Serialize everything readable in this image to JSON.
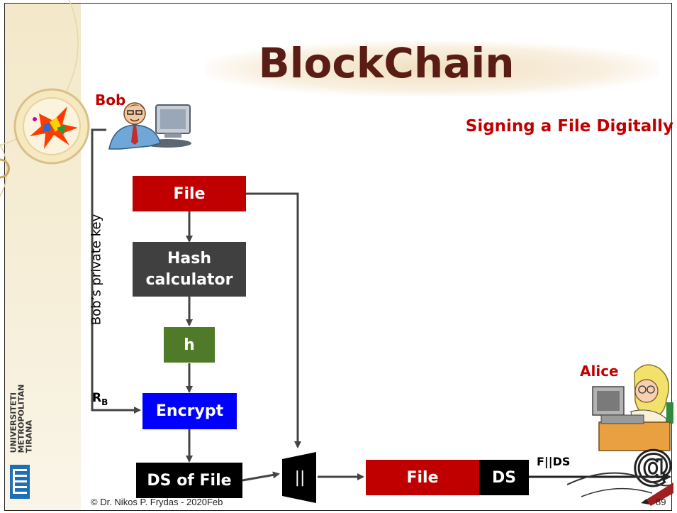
{
  "slide": {
    "title": "BlockChain",
    "subtitle": "Signing a File Digitally",
    "footer": "© Dr. Nikos P. Frydas - 2020Feb",
    "page_number": "89"
  },
  "university": {
    "line1": "UNIVERSITETI",
    "line2": "METROPOLITAN",
    "line3": "TIRANA"
  },
  "actors": {
    "sender": "Bob",
    "receiver": "Alice"
  },
  "diagram": {
    "key_label": "Bob’s private key",
    "key_symbol": "R",
    "key_subscript": "B",
    "nodes": {
      "file": "File",
      "hash_line1": "Hash",
      "hash_line2": "calculator",
      "h": "h",
      "encrypt": "Encrypt",
      "ds_of_file": "DS of File",
      "concat": "||",
      "out_file": "File",
      "out_ds": "DS"
    },
    "output_label": "F||DS"
  },
  "colors": {
    "title": "#5a1d16",
    "accent_red": "#c00000",
    "file_red": "#c00000",
    "hash_gray": "#404040",
    "h_green": "#4f7a28",
    "encrypt_blue": "#0000ff",
    "black": "#000000"
  }
}
